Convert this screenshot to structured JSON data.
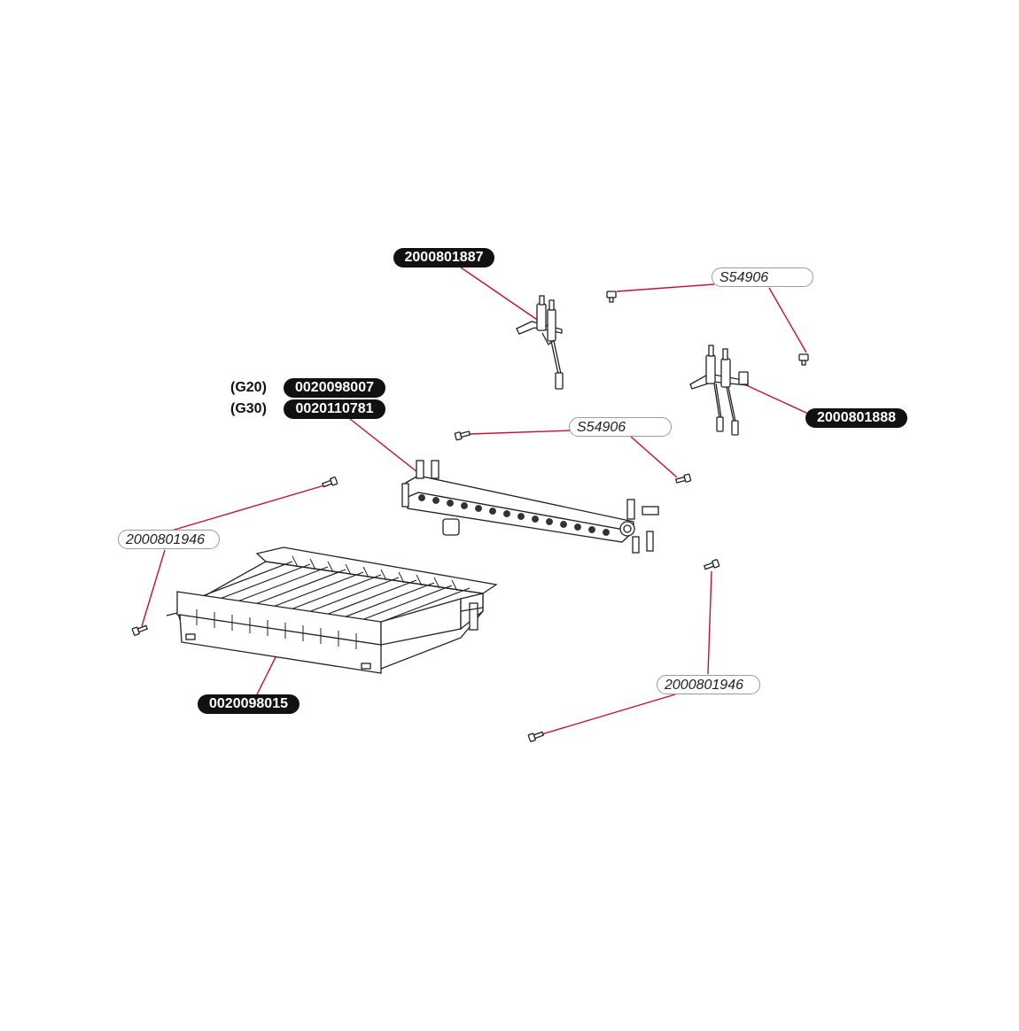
{
  "callouts": {
    "pilot_electrode": "2000801887",
    "ignition_electrode": "2000801888",
    "screw_top": "S54906",
    "screw_mid": "S54906",
    "burner_manifold_g20": "0020098007",
    "burner_manifold_g30": "0020110781",
    "gas_g20": "(G20)",
    "gas_g30": "(G30)",
    "screw_left": "2000801946",
    "screw_right": "2000801946",
    "burner_assembly": "0020098015"
  },
  "colors": {
    "leader_line": "#c8102e",
    "drawing": "#222222",
    "solid_label_bg": "#111111",
    "outline_label_border": "#9a9a9a"
  }
}
